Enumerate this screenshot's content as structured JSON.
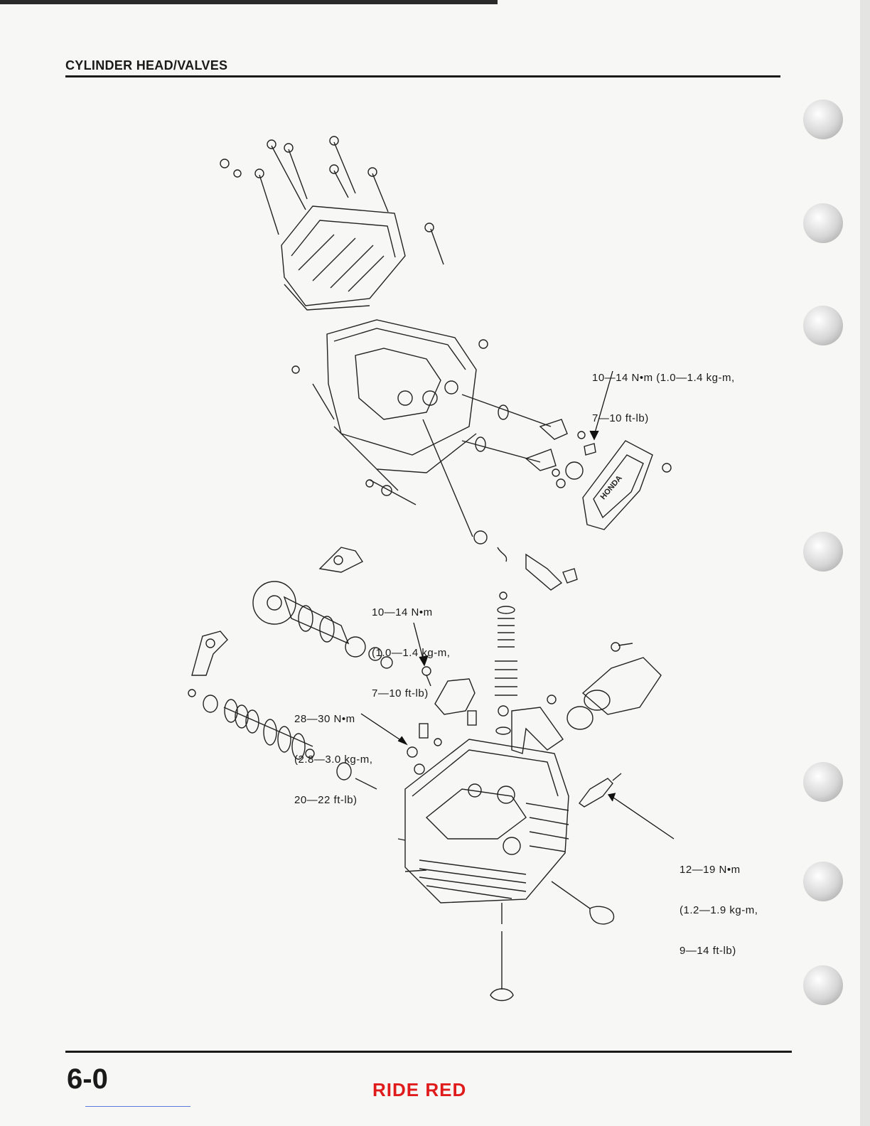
{
  "header": {
    "title": "CYLINDER HEAD/VALVES"
  },
  "footer": {
    "page_number": "6-0",
    "brand": "RIDE RED"
  },
  "callouts": {
    "cover_bolt_torque": {
      "line1": "10—14 N•m (1.0—1.4 kg-m,",
      "line2": "7—10 ft-lb)"
    },
    "camshaft_holder_torque": {
      "line1": "10—14 N•m",
      "line2": "(1.0—1.4 kg-m,",
      "line3": "7—10 ft-lb)"
    },
    "head_nut_torque": {
      "line1": "28—30 N•m",
      "line2": "(2.8—3.0 kg-m,",
      "line3": "20—22 ft-lb)"
    },
    "spark_plug_torque": {
      "line1": "12—19 N•m",
      "line2": "(1.2—1.9 kg-m,",
      "line3": "9—14 ft-lb)"
    }
  },
  "cover_logo": "HONDA"
}
